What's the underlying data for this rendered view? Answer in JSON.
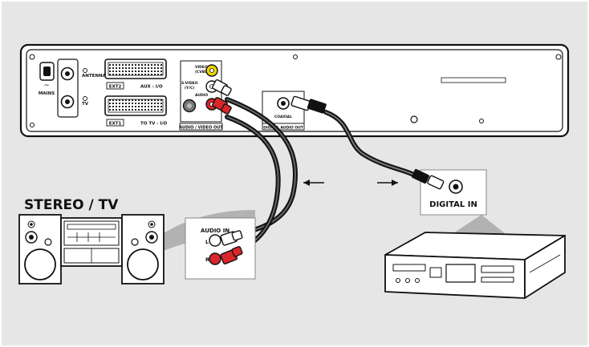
{
  "rear_panel": {
    "mains": "MAINS",
    "antenna": "ANTENNA",
    "tv": "TV",
    "ext2": "EXT2",
    "aux_io": "AUX - I/O",
    "ext1": "EXT1",
    "to_tv_io": "TO TV - I/O",
    "video_cvbs": "VIDEO",
    "video_cvbs_sub": "(CVBS)",
    "s_video": "S-VIDEO",
    "s_video_sub": "(Y/C)",
    "audio": "AUDIO",
    "av_out": "AUDIO / VIDEO OUT",
    "coaxial": "COAXIAL",
    "digital_audio_out": "DIGITAL AUDIO OUT"
  },
  "stereo": {
    "title": "STEREO / TV",
    "audio_in": "AUDIO IN",
    "left": "L",
    "right": "R"
  },
  "receiver": {
    "digital_in": "DIGITAL IN"
  },
  "colors": {
    "background": "#e6e6e6",
    "video_jack": "#f2d600",
    "audio_red": "#d9262b",
    "outline": "#111111"
  }
}
